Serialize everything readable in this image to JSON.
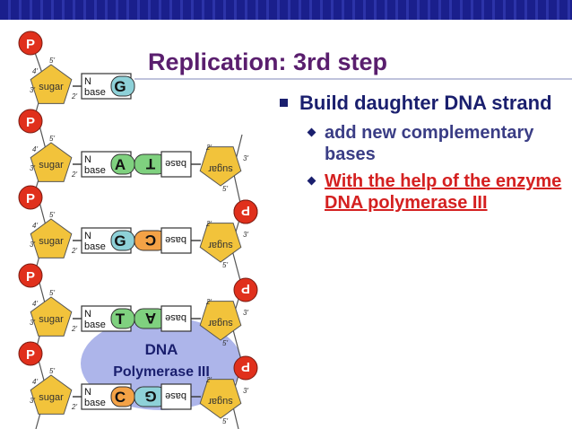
{
  "slide": {
    "title": "Replication: 3rd step",
    "bullet1": "Build daughter DNA strand",
    "sub1": "add new complementary bases",
    "sub2": "With the help of the enzyme DNA polymerase III"
  },
  "diagram": {
    "phosphate": "P",
    "sugar": "sugar",
    "prime5": "5'",
    "prime3": "3'",
    "prime4": "4'",
    "prime2": "2'",
    "n": "N",
    "base": "base",
    "rows": [
      {
        "left_base": "G",
        "right_base": ""
      },
      {
        "left_base": "A",
        "right_base": "T"
      },
      {
        "left_base": "G",
        "right_base": "C"
      },
      {
        "left_base": "T",
        "right_base": "A"
      },
      {
        "left_base": "C",
        "right_base": "G"
      }
    ],
    "enzyme_line1": "DNA",
    "enzyme_line2": "Polymerase III"
  },
  "colors": {
    "band": "#1a1f8c",
    "title": "#5a1e6e",
    "sugar": "#f2c33b",
    "phosphate": "#e0301c",
    "base_G": "#8ed1d8",
    "base_A": "#7fd17f",
    "base_T": "#7fd17f",
    "base_C": "#f4a246",
    "enzyme": "#9fa8e6",
    "red": "#d42020"
  }
}
